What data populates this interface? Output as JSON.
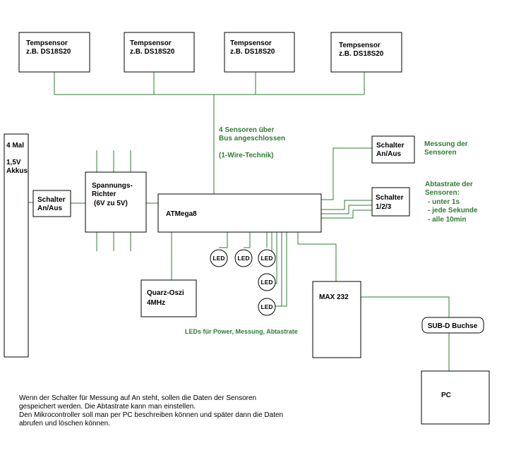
{
  "sensors": [
    {
      "line1": "Tempsensor",
      "line2": "z.B. DS18S20"
    },
    {
      "line1": "Tempsensor",
      "line2": "z.B. DS18S20"
    },
    {
      "line1": "Tempsensor",
      "line2": "z.B. DS18S20"
    },
    {
      "line1": "Tempsensor",
      "line2": "z.B. DS18S20"
    }
  ],
  "bus_note": {
    "line1": "4 Sensoren über",
    "line2": "Bus angeschlossen",
    "line3": "(1-Wire-Technik)"
  },
  "battery": {
    "line1": "4 Mal",
    "line2": "1,5V",
    "line3": "Akkus"
  },
  "power_switch": {
    "line1": "Schalter",
    "line2": "An/Aus"
  },
  "regulator": {
    "line1": "Spannungs-",
    "line2": "Richter",
    "line3": "(6V zu 5V)"
  },
  "mcu": {
    "label": "ATMega8"
  },
  "measure_switch": {
    "line1": "Schalter",
    "line2": "An/Aus"
  },
  "measure_note": {
    "line1": "Messung der",
    "line2": "Sensoren"
  },
  "rate_switch": {
    "line1": "Schalter",
    "line2": "1/2/3"
  },
  "rate_note": {
    "line1": "Abtastrate der",
    "line2": "Sensoren:",
    "line3": "- unter 1s",
    "line4": "- jede Sekunde",
    "line5": "- alle 10min"
  },
  "leds": [
    "LED",
    "LED",
    "LED",
    "LED",
    "LED"
  ],
  "led_note": "LEDs für Power, Messung, Abtastrate",
  "crystal": {
    "line1": "Quarz-Oszi",
    "line2": "4MHz"
  },
  "max232": {
    "label": "MAX 232"
  },
  "subd": {
    "label": "SUB-D Buchse"
  },
  "pc": {
    "label": "PC"
  },
  "description": [
    "Wenn der Schalter für Messung auf An steht, sollen die Daten der Sensoren",
    "gespeichert werden. Die Abtastrate kann man einstellen.",
    "Den Mikrocontroller soll man per PC beschreiben können und später dann die Daten",
    "abrufen und löschen können."
  ],
  "colors": {
    "wire": "#2e7d32",
    "box_border": "#000000",
    "background": "#ffffff"
  }
}
